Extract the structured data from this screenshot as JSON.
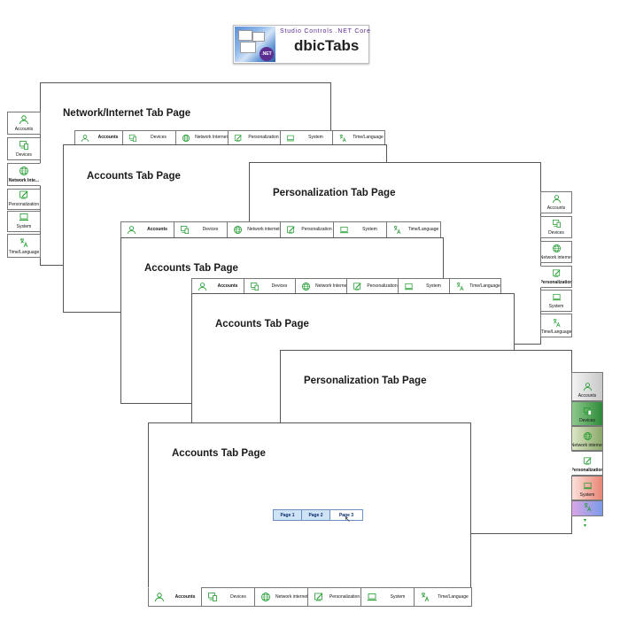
{
  "logo": {
    "subtitle": "Studio Controls .NET Core",
    "title": "dbicTabs",
    "badge": ".NET"
  },
  "panels": {
    "network": "Network/Internet Tab Page",
    "accounts1": "Accounts Tab Page",
    "personalization1": "Personalization Tab Page",
    "accounts2": "Accounts Tab Page",
    "accounts3": "Accounts Tab Page",
    "personalization2": "Personalization Tab Page",
    "accounts4": "Accounts Tab Page"
  },
  "tabs": {
    "accounts": "Accounts",
    "devices": "Devices",
    "network_internet": "Network internet",
    "network_internet_cap": "Network Internet",
    "network_short": "Network Inte...",
    "personalization": "Personalization",
    "system": "System",
    "time_language": "Time/Language"
  },
  "inner_pages": [
    "Page 1",
    "Page 2",
    "Page 3"
  ],
  "icons": {
    "accounts": "person-icon",
    "devices": "devices-icon",
    "network": "globe-icon",
    "personalization": "paint-icon",
    "system": "laptop-icon",
    "time_language": "language-icon"
  },
  "colors": {
    "icon": "#1e9a2c",
    "border": "#555555",
    "page_tab": "#cfe3f7"
  }
}
